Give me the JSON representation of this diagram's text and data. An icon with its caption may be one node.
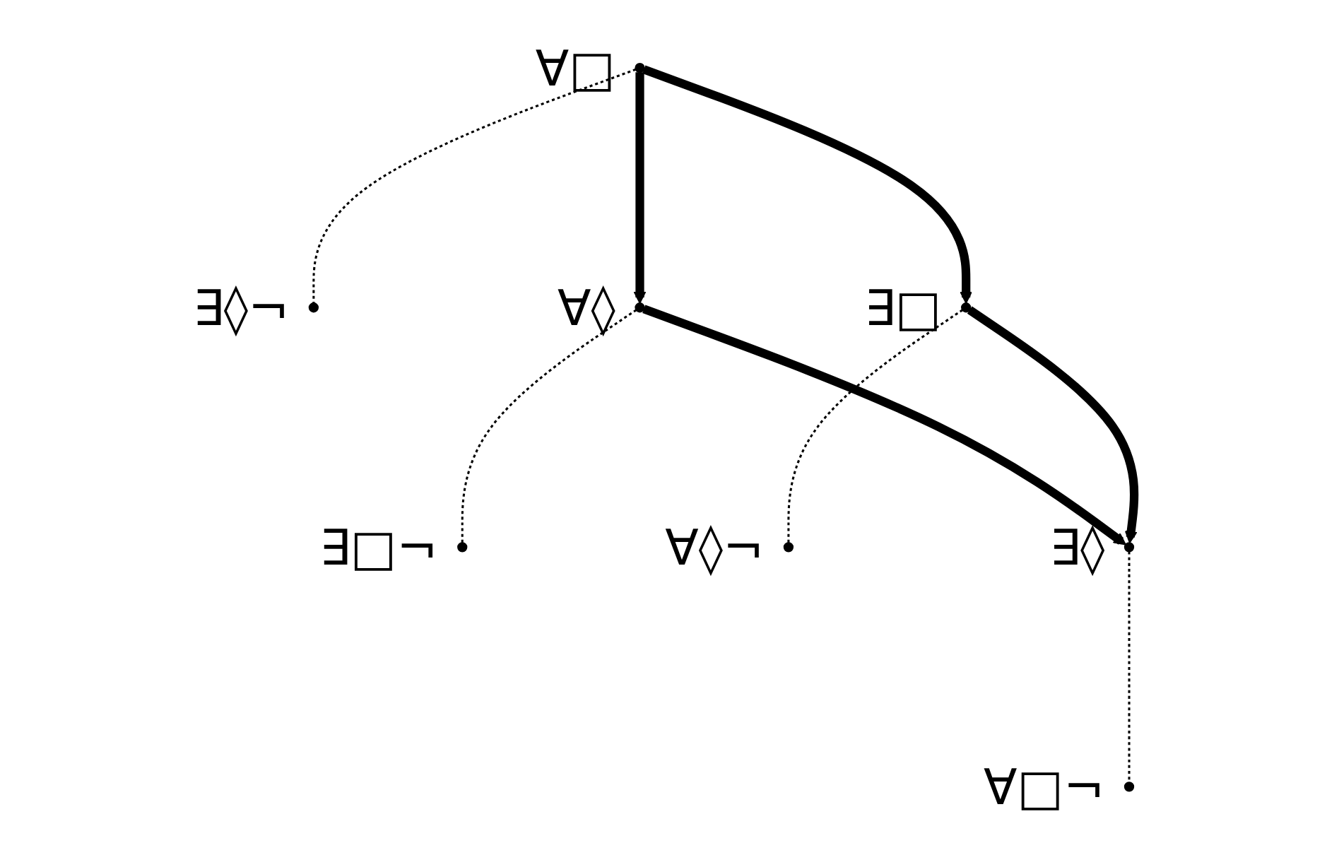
{
  "diagram": {
    "nodes": [
      {
        "text": [],
        "shape": "circle",
        "beside": [
          "∀□"
        ]
      },
      {
        "text": [],
        "shape": "circle",
        "beside": [
          "∃◊¬"
        ]
      },
      {
        "text": [],
        "shape": "circle",
        "beside": [
          "∀◊"
        ]
      },
      {
        "text": [],
        "shape": "circle",
        "beside": [
          "∃□¬"
        ]
      },
      {
        "text": [],
        "shape": "circle",
        "beside": [
          "∃□"
        ]
      },
      {
        "text": [],
        "shape": "circle",
        "beside": [
          "∀◊¬"
        ]
      },
      {
        "text": [],
        "shape": "circle",
        "beside": [
          "∃◊"
        ]
      },
      {
        "text": [],
        "shape": "circle",
        "beside": [
          "∀□¬"
        ]
      }
    ],
    "edges": [
      {
        "from": 0,
        "to": 1,
        "arrow": "none",
        "style": "dashed"
      },
      {
        "from": 0,
        "to": 2,
        "arrow": "to",
        "style": "thick"
      },
      {
        "from": 0,
        "to": 4,
        "arrow": "to",
        "style": "thick"
      },
      {
        "from": 2,
        "to": 3,
        "arrow": "none",
        "style": "dashed"
      },
      {
        "from": 4,
        "to": 5,
        "arrow": "none",
        "style": "dashed"
      },
      {
        "from": 2,
        "to": 6,
        "arrow": "to",
        "style": "thick"
      },
      {
        "from": 4,
        "to": 6,
        "arrow": "to",
        "style": "thick"
      },
      {
        "from": 6,
        "to": 7,
        "arrow": "none",
        "style": "dashed"
      }
    ]
  }
}
